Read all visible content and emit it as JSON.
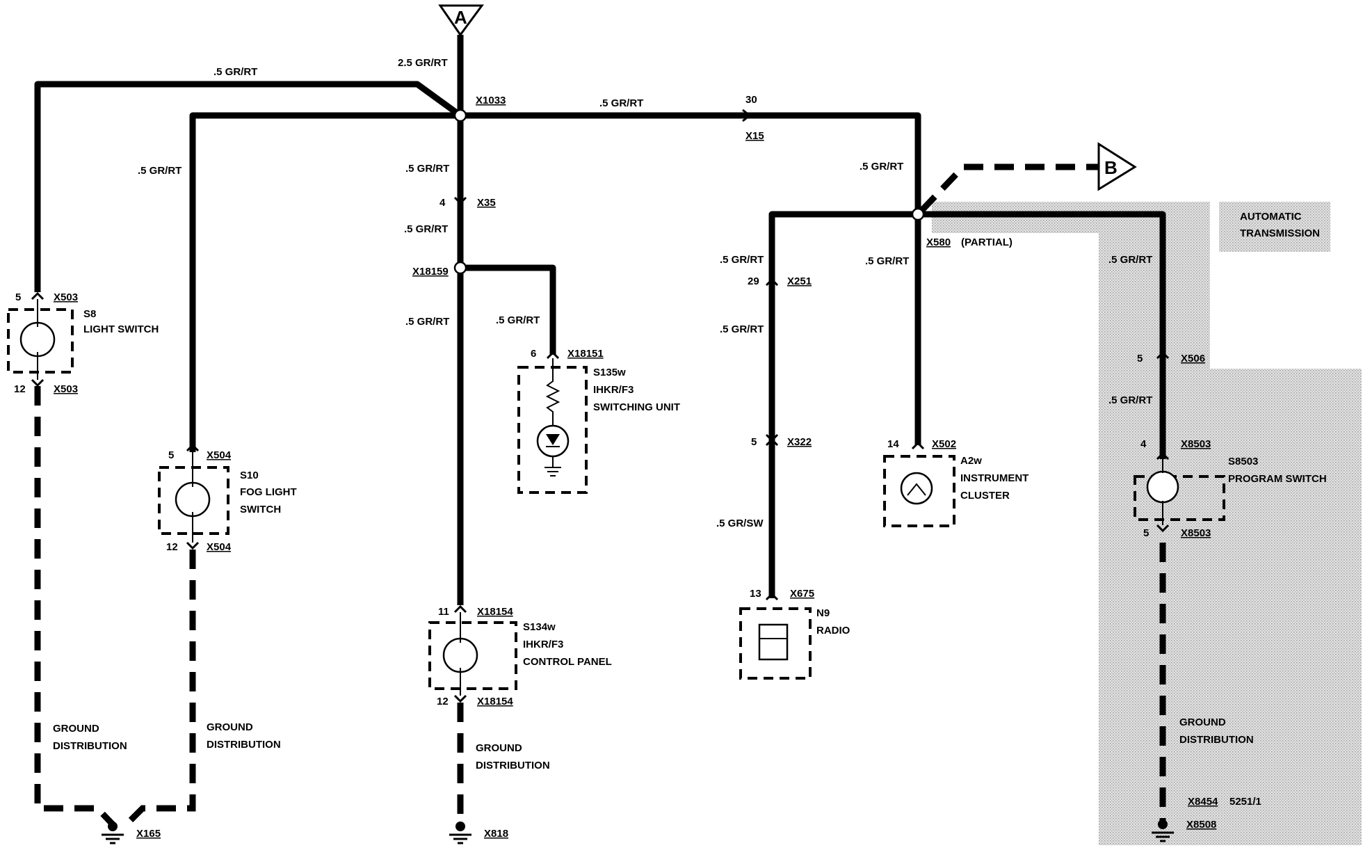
{
  "connector_a": "A",
  "connector_b": "B",
  "wire_labels": {
    "w_a": "2.5 GR/RT",
    "w_left_top": ".5 GR/RT",
    "w_left2": ".5 GR/RT",
    "w_x15": ".5 GR/RT",
    "w_center1": ".5 GR/RT",
    "w_center2": ".5 GR/RT",
    "w_center3": ".5 GR/RT",
    "w_s135": ".5 GR/RT",
    "w_x580": ".5 GR/RT",
    "w_x251_top": ".5 GR/RT",
    "w_x251_bot": ".5 GR/RT",
    "w_x580_down": ".5 GR/RT",
    "w_auto_top": ".5 GR/RT",
    "w_auto_mid": ".5 GR/RT",
    "w_radio": ".5 GR/SW"
  },
  "connectors": {
    "x1033": "X1033",
    "x15_pin": "30",
    "x15": "X15",
    "x35_pin": "4",
    "x35": "X35",
    "x18159": "X18159",
    "x580": "X580",
    "x580_note": "(PARTIAL)",
    "x251_pin": "29",
    "x251": "X251",
    "x322_pin": "5",
    "x322": "X322",
    "x675_pin": "13",
    "x675": "X675",
    "x502_pin": "14",
    "x502": "X502",
    "x503_top_pin": "5",
    "x503_top": "X503",
    "x503_bot_pin": "12",
    "x503_bot": "X503",
    "x504_top_pin": "5",
    "x504_top": "X504",
    "x504_bot_pin": "12",
    "x504_bot": "X504",
    "x18151_pin": "6",
    "x18151": "X18151",
    "x18154_top_pin": "11",
    "x18154_top": "X18154",
    "x18154_bot_pin": "12",
    "x18154_bot": "X18154",
    "x506_pin": "5",
    "x506": "X506",
    "x8503_top_pin": "4",
    "x8503_top": "X8503",
    "x8503_bot_pin": "5",
    "x8503_bot": "X8503",
    "x8454": "X8454",
    "x8454_note": "5251/1",
    "x8508": "X8508",
    "x165": "X165",
    "x818": "X818"
  },
  "components": {
    "s8_id": "S8",
    "s8_name": "LIGHT SWITCH",
    "s10_id": "S10",
    "s10_name1": "FOG LIGHT",
    "s10_name2": "SWITCH",
    "s135_id": "S135w",
    "s135_name1": "IHKR/F3",
    "s135_name2": "SWITCHING UNIT",
    "s134_id": "S134w",
    "s134_name1": "IHKR/F3",
    "s134_name2": "CONTROL PANEL",
    "n9_id": "N9",
    "n9_name": "RADIO",
    "a2_id": "A2w",
    "a2_name1": "INSTRUMENT",
    "a2_name2": "CLUSTER",
    "s8503_id": "S8503",
    "s8503_name": "PROGRAM SWITCH"
  },
  "ground": {
    "g1_a": "GROUND",
    "g1_b": "DISTRIBUTION",
    "g2_a": "GROUND",
    "g2_b": "DISTRIBUTION",
    "g3_a": "GROUND",
    "g3_b": "DISTRIBUTION",
    "g4_a": "GROUND",
    "g4_b": "DISTRIBUTION"
  },
  "auto_trans_1": "AUTOMATIC",
  "auto_trans_2": "TRANSMISSION"
}
